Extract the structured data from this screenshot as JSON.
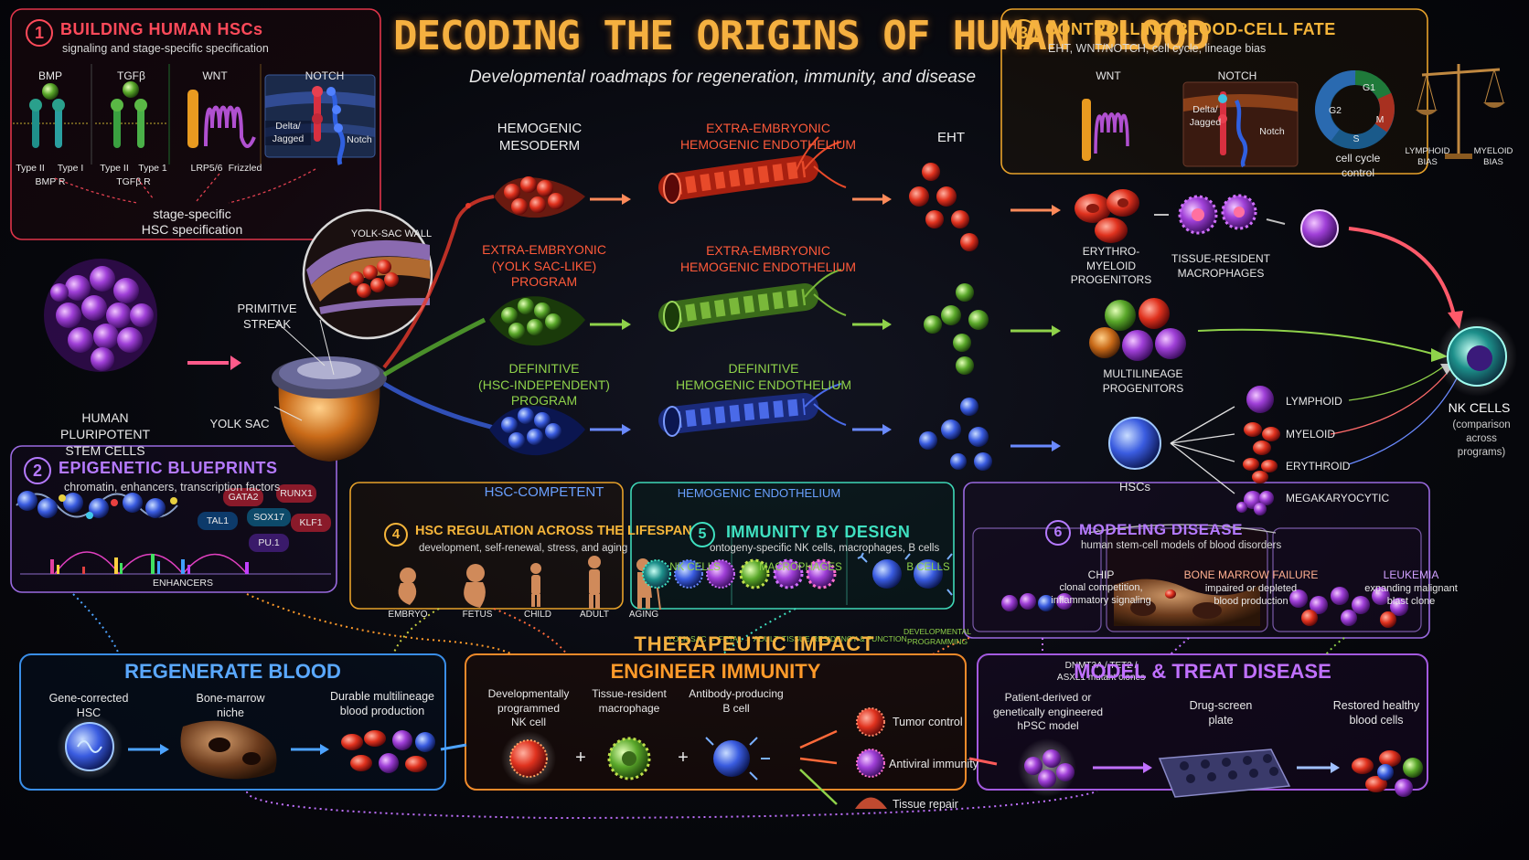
{
  "title": "DECODING THE ORIGINS OF HUMAN BLOOD",
  "subtitle": "Developmental roadmaps for regeneration, immunity, and disease",
  "panel1": {
    "num": "1",
    "title": "BUILDING HUMAN HSCs",
    "sub": "signaling and stage-specific specification",
    "bmp": "BMP",
    "tgfb": "TGFβ",
    "wnt": "WNT",
    "notch": "NOTCH",
    "type2a": "Type II",
    "type1a": "Type I",
    "bmpr": "BMP R",
    "type2b": "Type II",
    "type1b": "Type 1",
    "tgfbr": "TGFβ R",
    "lrp": "LRP5/6",
    "frizzled": "Frizzled",
    "delta": "Delta/\nJagged",
    "notchr": "Notch",
    "spec": "stage-specific\nHSC specification"
  },
  "panel2": {
    "num": "2",
    "title": "EPIGENETIC BLUEPRINTS",
    "sub": "chromatin, enhancers, transcription factors",
    "tfs": [
      "GATA2",
      "RUNX1",
      "TAL1",
      "SOX17",
      "KLF1",
      "PU.1"
    ],
    "enhancers": "ENHANCERS"
  },
  "panel3": {
    "num": "3",
    "title": "CONTROLLING BLOOD-CELL FATE",
    "sub": "EHT, WNT/NOTCH, cell cycle, lineage bias",
    "wnt": "WNT",
    "notch": "NOTCH",
    "delta": "Delta/\nJagged",
    "notchr": "Notch",
    "g1": "G1",
    "g2": "G2",
    "m": "M",
    "s": "S",
    "cycle": "cell cycle\ncontrol",
    "lymphoid_bias": "LYMPHOID\nBIAS",
    "myeloid_bias": "MYELOID\nBIAS"
  },
  "flow": {
    "hemogenic_mesoderm": "HEMOGENIC\nMESODERM",
    "extra_header": "EXTRA-EMBRYONIC\nHEMOGENIC ENDOTHELIUM",
    "eht": "EHT",
    "yolk_wall": "YOLK-SAC WALL",
    "primitive_streak": "PRIMITIVE\nSTREAK",
    "yolk_sac": "YOLK SAC",
    "hpsc": "HUMAN\nPLURIPOTENT\nSTEM CELLS",
    "prog_extra": "EXTRA-EMBRYONIC\n(YOLK SAC-LIKE)\nPROGRAM",
    "endo_extra": "EXTRA-EMBRYONIC\nHEMOGENIC ENDOTHELIUM",
    "prog_def": "DEFINITIVE\n(HSC-INDEPENDENT)\nPROGRAM",
    "endo_def": "DEFINITIVE\nHEMOGENIC ENDOTHELIUM",
    "prog_hsc": "HSC-COMPETENT",
    "endo_hsc": "HEMOGENIC ENDOTHELIUM",
    "emp": "ERYTHRO-\nMYELOID\nPROGENITORS",
    "trm": "TISSUE-RESIDENT\nMACROPHAGES",
    "mlp": "MULTILINEAGE\nPROGENITORS",
    "hscs": "HSCs",
    "lymphoid": "LYMPHOID",
    "myeloid": "MYELOID",
    "erythroid": "ERYTHROID",
    "mega": "MEGAKARYOCYTIC",
    "nk": "NK CELLS",
    "nk_note": "(comparison\nacross\nprograms)"
  },
  "panel4": {
    "num": "4",
    "title": "HSC REGULATION ACROSS THE LIFESPAN",
    "sub": "development, self-renewal, stress, and aging",
    "stages": [
      "EMBRYO",
      "FETUS",
      "CHILD",
      "ADULT",
      "AGING"
    ]
  },
  "panel5": {
    "num": "5",
    "title": "IMMUNITY BY DESIGN",
    "sub": "ontogeny-specific NK cells, macrophages, B cells",
    "nk": "NK CELLS",
    "mac": "MACROPHAGES",
    "b": "B CELLS",
    "nk_note": "YOLK SAC → FETAL → ADULT",
    "mac_note": "TISSUE RESIDENCY & FUNCTION",
    "b_note": "DEVELOPMENTAL\nPROGRAMMING"
  },
  "panel6": {
    "num": "6",
    "title": "MODELING DISEASE",
    "sub": "human stem-cell models of blood disorders",
    "chip_t": "CHIP",
    "chip_s": "clonal competition,\ninflammatory signaling",
    "chip_n": "DNMT3A / TET2 /\nASXL1 mutant clones",
    "bmf_t": "BONE MARROW FAILURE",
    "bmf_s": "impaired or depleted\nblood production",
    "leuk_t": "LEUKEMIA",
    "leuk_s": "expanding malignant\nblast clone"
  },
  "therapeutic": "THERAPEUTIC IMPACT",
  "regen": {
    "title": "REGENERATE BLOOD",
    "a": "Gene-corrected\nHSC",
    "b": "Bone-marrow\nniche",
    "c": "Durable multilineage\nblood production"
  },
  "engineer": {
    "title": "ENGINEER IMMUNITY",
    "a": "Developmentally\nprogrammed\nNK cell",
    "b": "Tissue-resident\nmacrophage",
    "c": "Antibody-producing\nB cell",
    "plus": "+",
    "o1": "Tumor control",
    "o2": "Antiviral immunity",
    "o3": "Tissue repair"
  },
  "model": {
    "title": "MODEL & TREAT DISEASE",
    "a": "Patient-derived or\ngenetically engineered\nhPSC model",
    "b": "Drug-screen\nplate",
    "c": "Restored healthy\nblood cells"
  },
  "colors": {
    "red": "#ff3b4a",
    "orange": "#ff9a2a",
    "gold": "#f5b53a",
    "purple": "#b57aff",
    "blue": "#4da3ff",
    "teal": "#3fe0c0",
    "green": "#8fd24a",
    "violet": "#b46cff"
  }
}
